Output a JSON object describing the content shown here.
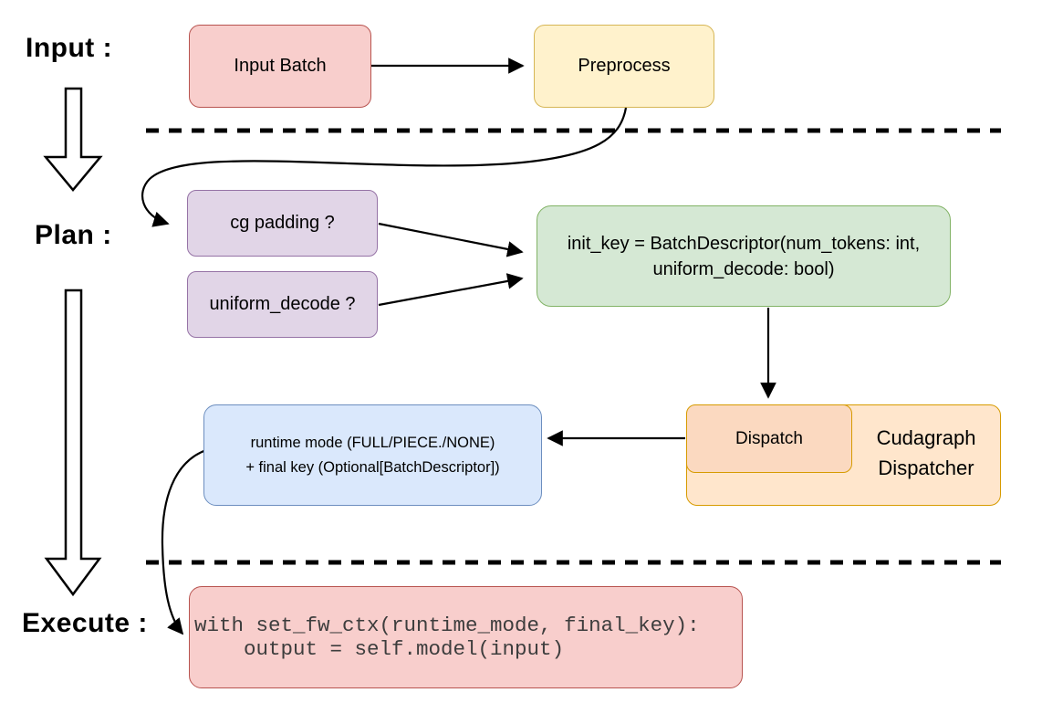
{
  "diagram": {
    "stage_labels": {
      "input": "Input :",
      "plan": "Plan :",
      "execute": "Execute :"
    },
    "nodes": {
      "input_batch": {
        "label": "Input Batch",
        "fill": "#f8cecc",
        "stroke": "#b85450"
      },
      "preprocess": {
        "label": "Preprocess",
        "fill": "#fff2cc",
        "stroke": "#d6b656"
      },
      "cg_padding": {
        "label": "cg padding ?",
        "fill": "#e1d5e7",
        "stroke": "#9673a6"
      },
      "uniform_decode": {
        "label": "uniform_decode ?",
        "fill": "#e1d5e7",
        "stroke": "#9673a6"
      },
      "init_key": {
        "line1": "init_key = BatchDescriptor(num_tokens: int,",
        "line2": "uniform_decode: bool)",
        "fill": "#d5e8d4",
        "stroke": "#82b366"
      },
      "runtime_mode": {
        "line1": "runtime mode (FULL/PIECE./NONE)",
        "line2": "+ final key (Optional[BatchDescriptor])",
        "fill": "#dae8fc",
        "stroke": "#6c8ebf"
      },
      "dispatch": {
        "label": "Dispatch",
        "fill": "#fbd9c0",
        "stroke": "#d79b00"
      },
      "cudagraph_dispatcher": {
        "label": "Cudagraph Dispatcher",
        "fill": "#ffe6cc",
        "stroke": "#d79b00"
      },
      "execute_code": {
        "line1": "with set_fw_ctx(runtime_mode, final_key):",
        "line2": "    output = self.model(input)",
        "fill": "#f8cecc",
        "stroke": "#b85450"
      }
    },
    "line_color": "#000000",
    "divider_style": "dashed"
  }
}
